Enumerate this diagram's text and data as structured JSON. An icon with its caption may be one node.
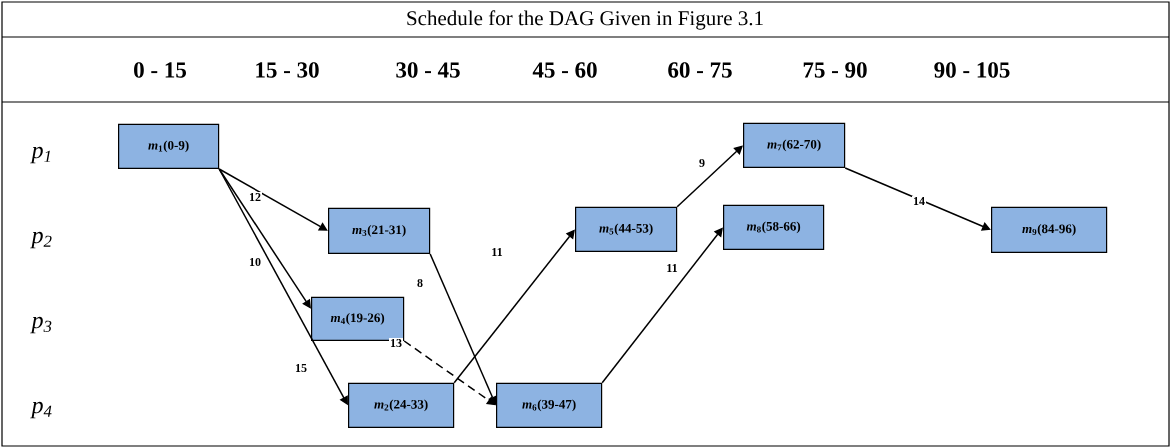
{
  "diagram": {
    "title": "Schedule for the DAG Given in Figure 3.1",
    "nodes": [
      {
        "text": [
          "*m*$_{1}$(0-9)"
        ]
      },
      {
        "text": [
          "*m*$_{7}$(62-70)"
        ]
      },
      {
        "text": [
          "*m*$_{3}$(21-31)"
        ]
      },
      {
        "text": [
          "*m*$_{5}$(44-53)"
        ]
      },
      {
        "text": [
          "*m*$_{8}$(58-66)"
        ]
      },
      {
        "text": [
          "*m*$_{9}$(84-96)"
        ]
      },
      {
        "text": [
          "*m*$_{4}$(19-26)"
        ]
      },
      {
        "text": [
          "*m*$_{2}$(24-33)"
        ]
      },
      {
        "text": [
          "*m*$_{6}$(39-47)"
        ]
      }
    ],
    "edges": [
      {
        "from": 0,
        "to": 2,
        "arrow": "to",
        "label": "12"
      },
      {
        "from": 0,
        "to": 6,
        "arrow": "to",
        "label": "10"
      },
      {
        "from": 0,
        "to": 7,
        "arrow": "to",
        "label": "15"
      },
      {
        "from": 2,
        "to": 8,
        "arrow": "to",
        "label": "8"
      },
      {
        "from": 6,
        "to": 8,
        "arrow": "to",
        "label": "13",
        "style": "dashed"
      },
      {
        "from": 7,
        "to": 3,
        "arrow": "to",
        "label": "11"
      },
      {
        "from": 8,
        "to": 4,
        "arrow": "to",
        "label": "11"
      },
      {
        "from": 3,
        "to": 1,
        "arrow": "to",
        "label": "9"
      },
      {
        "from": 1,
        "to": 5,
        "arrow": "to",
        "label": "14"
      }
    ],
    "labels": [
      "0 - 15",
      "15 - 30",
      "30 - 45",
      "45 - 60",
      "60 - 75",
      "75 - 90",
      "90 - 105",
      "p$_{1}$",
      "p$_{2}$",
      "p$_{3}$",
      "p$_{4}$"
    ]
  }
}
